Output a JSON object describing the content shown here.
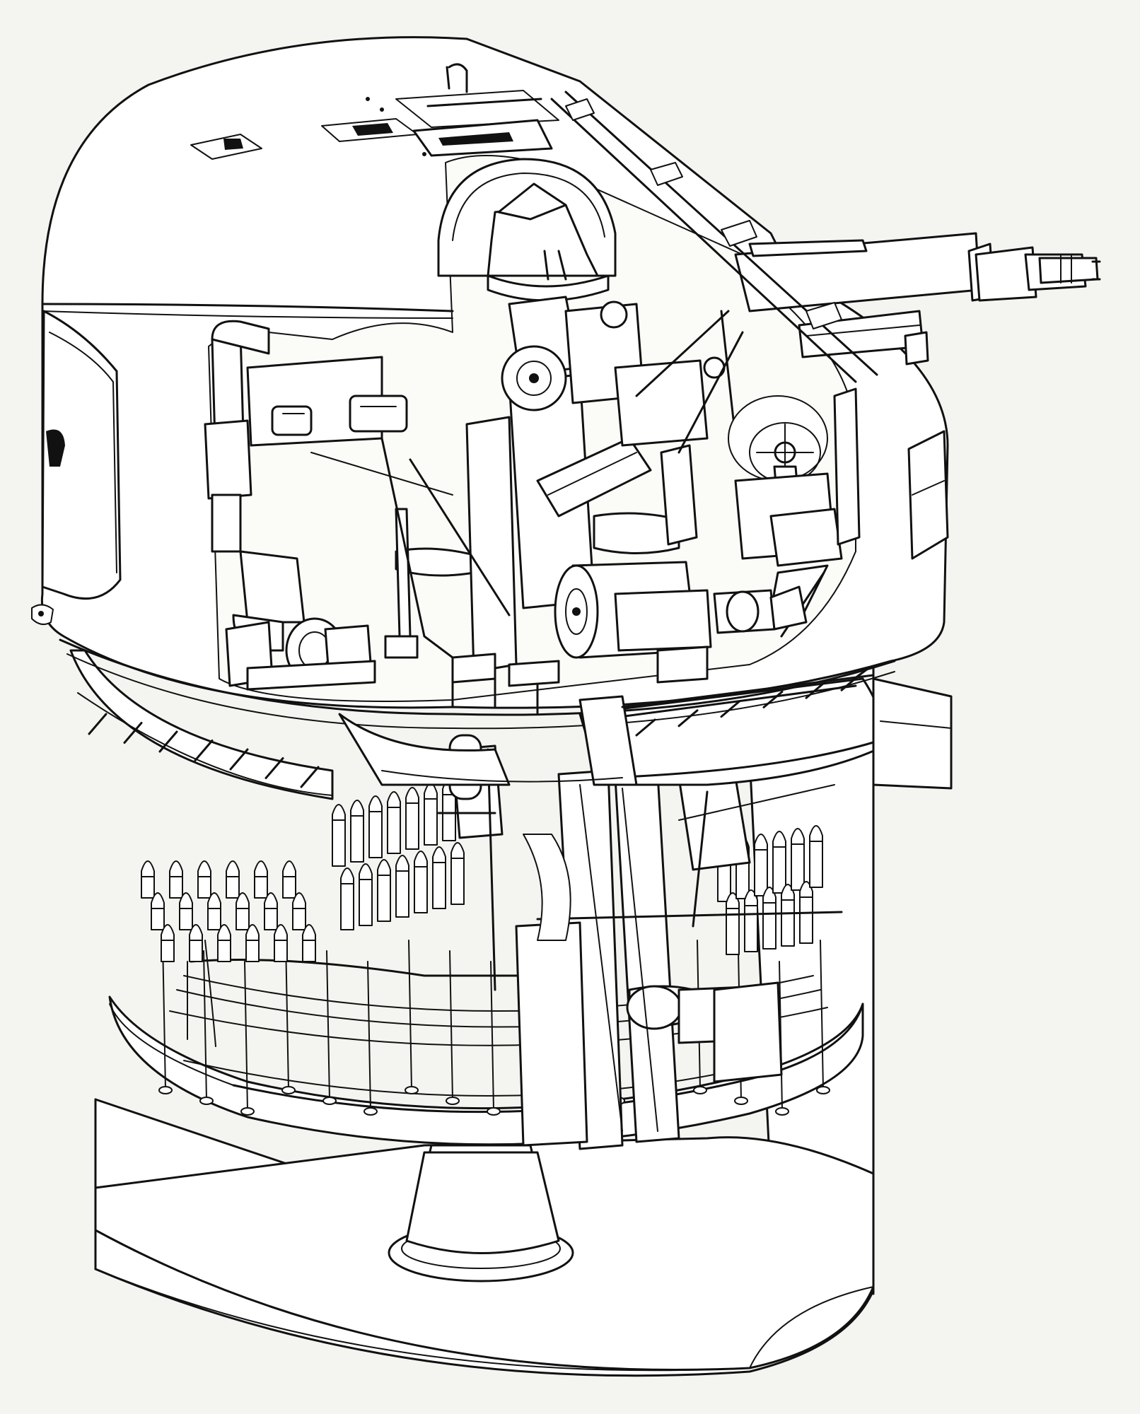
{
  "colors": {
    "paper": "#f4f4f1",
    "ink": "#111111",
    "fill": "#ffffff"
  },
  "figure": {
    "subject_parts": [
      "turret-housing",
      "gun-barrel",
      "sight-dome",
      "training-handwheel",
      "elevation-motor",
      "ammunition-hoist",
      "shell-magazine-ring",
      "roller-path-ring",
      "barbette-trunk",
      "pedestal-base"
    ],
    "shell_rows": {
      "left_cluster": 14,
      "right_cluster": 11,
      "lower_rack": 18
    }
  }
}
